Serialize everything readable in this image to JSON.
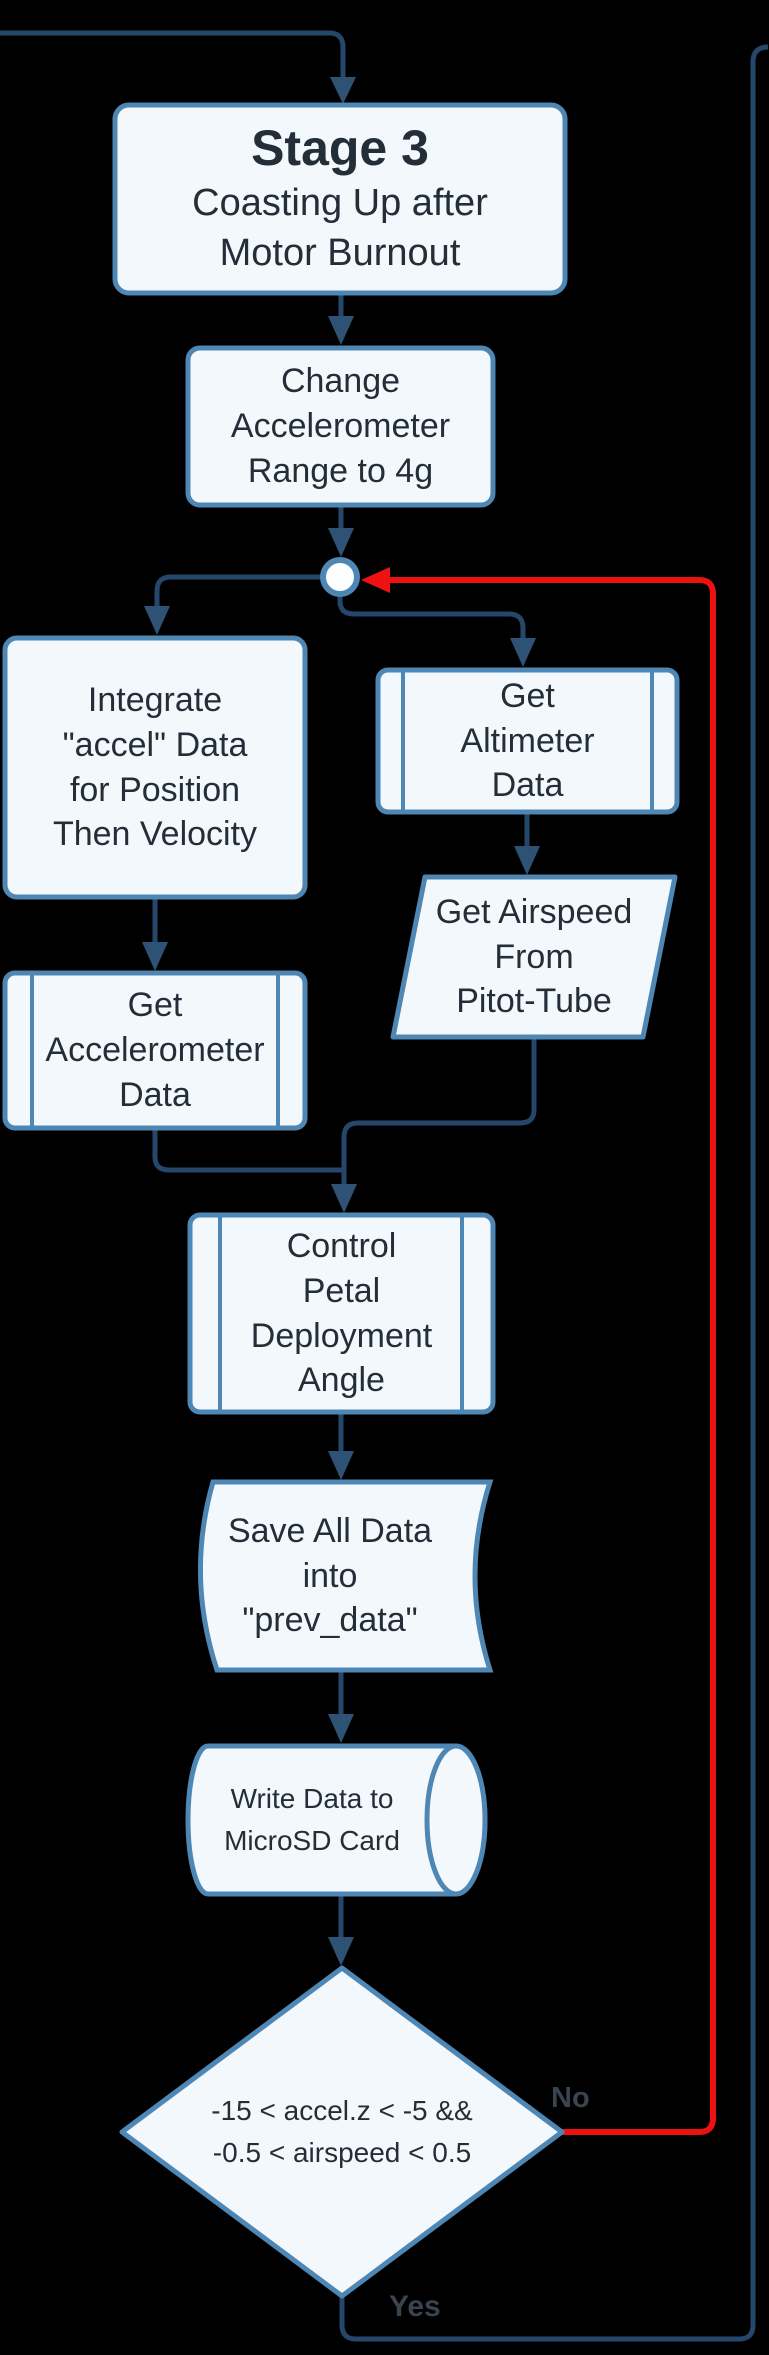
{
  "diagram": {
    "background": "#000000",
    "colors": {
      "shape_fill": "#f3f8fd",
      "shape_stroke": "#4e86b4",
      "connector": "#24476b",
      "loop_back_red": "#ee1111",
      "node_text": "#242e38",
      "edge_label_text": "#3a434e",
      "junction_fill": "#fdfeff"
    },
    "nodes": {
      "stage": {
        "title": "Stage 3",
        "subtitle": "Coasting Up after\nMotor Burnout"
      },
      "change_range": {
        "label": "Change\nAccelerometer\nRange to 4g"
      },
      "integrate": {
        "label": "Integrate\n\"accel\" Data\nfor Position\nThen Velocity"
      },
      "get_altimeter": {
        "label": "Get\nAltimeter\nData"
      },
      "get_airspeed": {
        "label": "Get Airspeed\nFrom\nPitot-Tube"
      },
      "get_accelerometer": {
        "label": "Get\nAccelerometer\nData"
      },
      "control_petal": {
        "label": "Control\nPetal\nDeployment\nAngle"
      },
      "save_prev": {
        "label": "Save All Data\ninto\n\"prev_data\""
      },
      "write_sd": {
        "label": "Write Data to\nMicroSD Card"
      },
      "decision": {
        "label": "-15 < accel.z < -5 &&\n-0.5 < airspeed < 0.5"
      }
    },
    "edge_labels": {
      "no": "No",
      "yes": "Yes"
    }
  }
}
